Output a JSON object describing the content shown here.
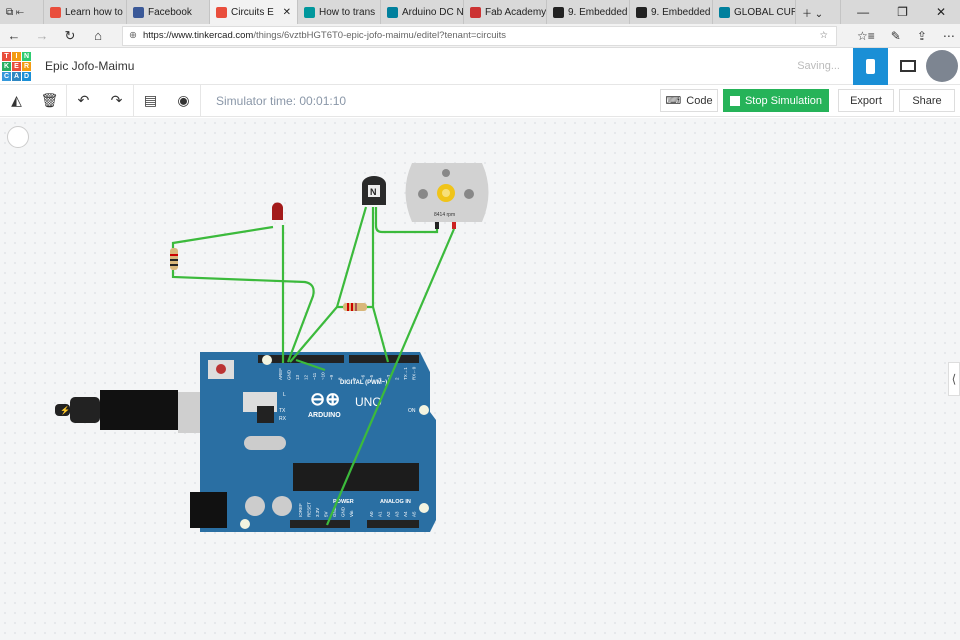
{
  "browser": {
    "tabs": [
      {
        "label": "Learn how to",
        "color": "#e94e3c"
      },
      {
        "label": "Facebook",
        "color": "#3b5998"
      },
      {
        "label": "Circuits E",
        "color": "#e94e3c",
        "active": true
      },
      {
        "label": "How to trans",
        "color": "#00979c"
      },
      {
        "label": "Arduino DC N",
        "color": "#00809d"
      },
      {
        "label": "Fab Academy",
        "color": "#c33"
      },
      {
        "label": "9. Embedded",
        "color": "#222"
      },
      {
        "label": "9. Embedded",
        "color": "#222"
      },
      {
        "label": "GLOBAL CUR",
        "color": "#00809d"
      }
    ],
    "url_domain": "https://www.tinkercad.com",
    "url_path": "/things/6vztbHGT6T0-epic-jofo-maimu/editel?tenant=circuits"
  },
  "app": {
    "logo": [
      "T",
      "I",
      "N",
      "K",
      "E",
      "R",
      "C",
      "A",
      "D"
    ],
    "title": "Epic Jofo-Maimu",
    "status": "Saving...",
    "simulator_time": "Simulator time: 00:01:10",
    "code_label": "Code",
    "stop_label": "Stop Simulation",
    "export_label": "Export",
    "share_label": "Share"
  },
  "circuit": {
    "transistor_label": "N",
    "motor_rpm": "8414 rpm",
    "board": {
      "brand": "ARDUINO",
      "model": "UNO",
      "digital": "DIGITAL (PWM~)",
      "power": "POWER",
      "analog": "ANALOG IN",
      "on": "ON",
      "l": "L",
      "tx": "TX",
      "rx": "RX",
      "digital_pins": [
        "AREF",
        "GND",
        "13",
        "12",
        "~11",
        "~10",
        "~9",
        "8",
        "7",
        "~6",
        "~5",
        "4",
        "~3",
        "2",
        "TX→1",
        "RX←0"
      ],
      "power_pins": [
        "IOREF",
        "RESET",
        "3.3V",
        "5V",
        "GND",
        "GND",
        "Vin"
      ],
      "analog_pins": [
        "A0",
        "A1",
        "A2",
        "A3",
        "A4",
        "A5"
      ]
    }
  },
  "colors": {
    "accent": "#1a8fd6",
    "stop": "#26b359",
    "wire": "#3cba3c",
    "board": "#2a6fa3"
  }
}
